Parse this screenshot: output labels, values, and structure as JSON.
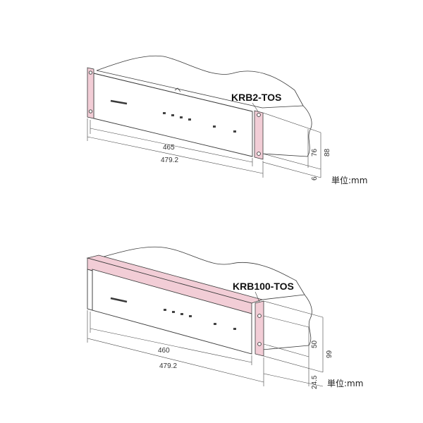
{
  "top": {
    "model": "KRB2-TOS",
    "dims": {
      "inner_width": "465",
      "outer_width": "479.2",
      "height_a": "76",
      "height_b": "88",
      "offset": "6"
    },
    "unit": "単位:mm"
  },
  "bottom": {
    "model": "KRB100-TOS",
    "dims": {
      "inner_width": "460",
      "outer_width": "479.2",
      "height_a": "50",
      "height_b": "99",
      "offset": "24.5"
    },
    "unit": "単位:mm"
  }
}
